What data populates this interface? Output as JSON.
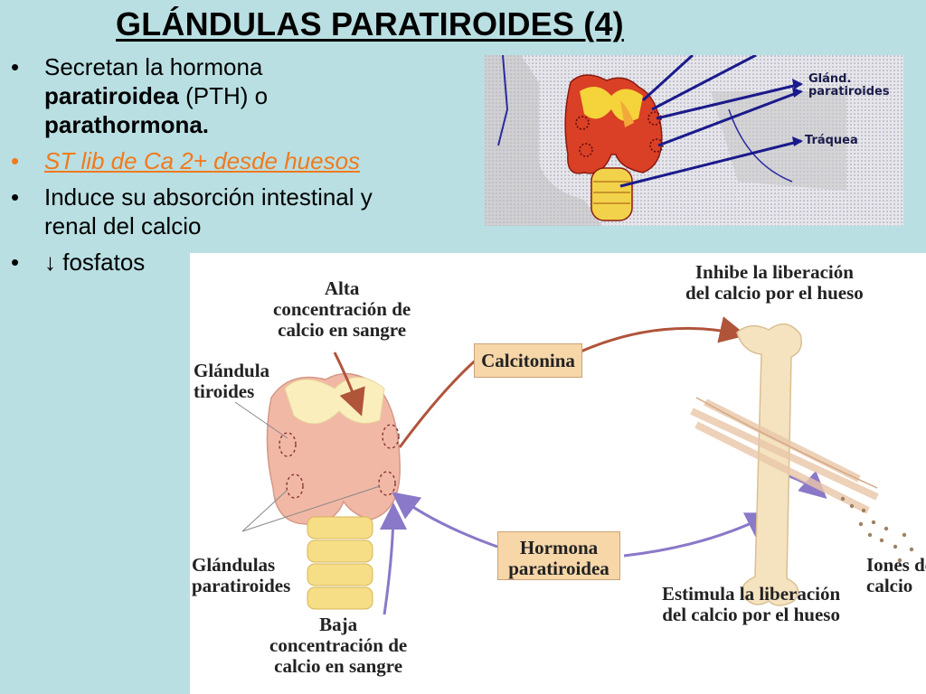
{
  "slide": {
    "title": "GLÁNDULAS PARATIROIDES (4)"
  },
  "bullets": {
    "b1_pre": "Secretan la hormona",
    "b1_bold": "paratiroidea",
    "b1_mid": "(PTH) o",
    "b1_bold2": "parathormona.",
    "b2": "ST lib de Ca 2+ desde huesos",
    "b3_line1": "Induce su absorción intestinal y",
    "b3_line2": "renal del calcio",
    "b4": "↓ fosfatos"
  },
  "top_image": {
    "label_glands_1": "Glánd.",
    "label_glands_2": "paratiroides",
    "label_trachea": "Tráquea"
  },
  "bottom_diagram": {
    "high_calcium_1": "Alta",
    "high_calcium_2": "concentración de",
    "high_calcium_3": "calcio en sangre",
    "thyroid_1": "Glándula",
    "thyroid_2": "tiroides",
    "calcitonin": "Calcitonina",
    "inhibits_1": "Inhibe la liberación",
    "inhibits_2": "del calcio por el hueso",
    "parathyroid_1": "Glándulas",
    "parathyroid_2": "paratiroides",
    "pth_1": "Hormona",
    "pth_2": "paratiroidea",
    "stimulates_1": "Estimula la liberación",
    "stimulates_2": "del calcio por el hueso",
    "ions_1": "Iones de",
    "ions_2": "calcio",
    "low_calcium_1": "Baja",
    "low_calcium_2": "concentración de",
    "low_calcium_3": "calcio en sangre"
  },
  "colors": {
    "background": "#b9dfe2",
    "accent_orange": "#f07a1e",
    "arrow_brown": "#b0543a",
    "arrow_purple": "#8a78c8",
    "label_box": "#f7d6a8",
    "pointer_navy": "#1a1a8c"
  }
}
